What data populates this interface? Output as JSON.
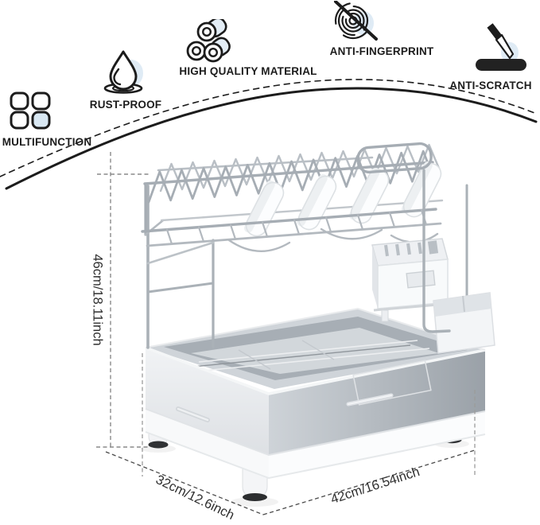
{
  "features": [
    {
      "label": "MULTIFUNCTION",
      "icon": "grid-squares-icon"
    },
    {
      "label": "RUST-PROOF",
      "icon": "water-drop-icon"
    },
    {
      "label": "HIGH QUALITY MATERIAL",
      "icon": "steel-pipes-icon"
    },
    {
      "label": "ANTI-FINGERPRINT",
      "icon": "crossed-fingerprint-icon"
    },
    {
      "label": "ANTI-SCRATCH",
      "icon": "knife-scratch-icon"
    }
  ],
  "dimensions": {
    "height": "46cm/18.11inch",
    "depth": "32cm/12.6inch",
    "width": "42cm/16.54inch"
  },
  "colors": {
    "ink": "#1c1c1c",
    "accent_blue": "#d9e8f3",
    "chrome": "#a9b0b6",
    "steel": "#9fa6ad",
    "plastic_white": "#f6f7f8"
  }
}
